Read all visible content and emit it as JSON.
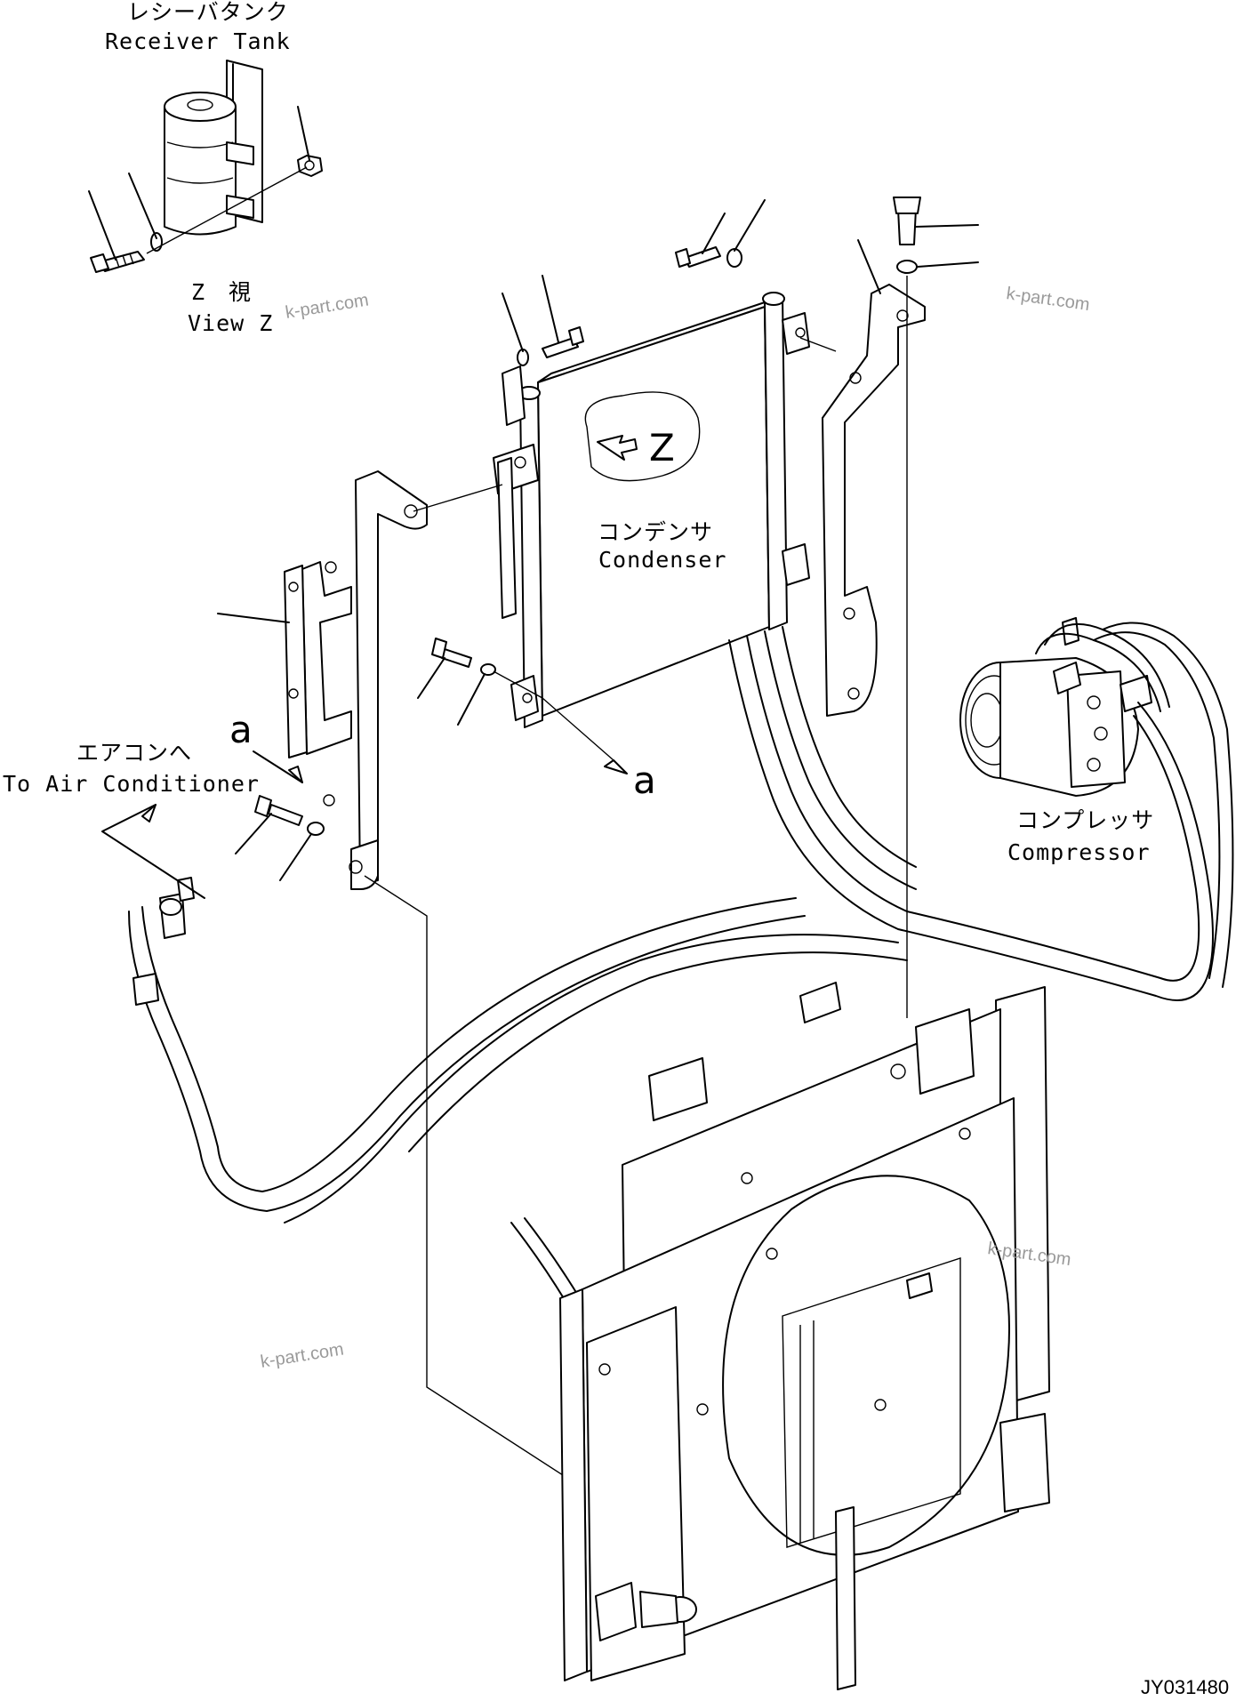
{
  "labels": {
    "receiver_tank_jp": "レシーバタンク",
    "receiver_tank_en": "Receiver Tank",
    "view_z_jp": "Z　視",
    "view_z_en": "View Z",
    "condenser_jp": "コンデンサ",
    "condenser_en": "Condenser",
    "compressor_jp": "コンプレッサ",
    "compressor_en": "Compressor",
    "air_conditioner_jp": "エアコンへ",
    "air_conditioner_en": "To Air Conditioner",
    "ref_a_left": "a",
    "ref_a_right": "a",
    "view_arrow_letter": "Z"
  },
  "watermarks": [
    "k-part.com",
    "k-part.com",
    "k-part.com",
    "k-part.com"
  ],
  "drawing_code": "JY031480"
}
